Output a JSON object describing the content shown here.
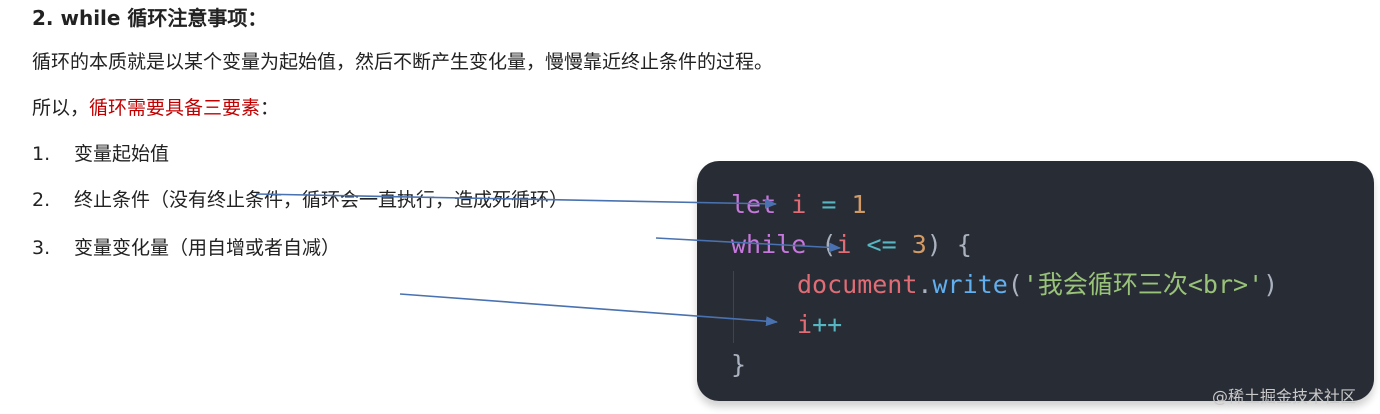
{
  "heading": "2. while 循环注意事项：",
  "paragraph1": "循环的本质就是以某个变量为起始值，然后不断产生变化量，慢慢靠近终止条件的过程。",
  "paragraph2": {
    "prefix": "所以，",
    "highlight": "循环需要具备三要素",
    "suffix": "："
  },
  "list": [
    {
      "num": "1.",
      "text": "变量起始值"
    },
    {
      "num": "2.",
      "text": "终止条件（没有终止条件，循环会一直执行，造成死循环）"
    },
    {
      "num": "3.",
      "text": "变量变化量（用自增或者自减）"
    }
  ],
  "code": {
    "line1": {
      "kw": "let",
      "var": "i",
      "op": "=",
      "num": "1"
    },
    "line2": {
      "kw": "while",
      "open": "(",
      "var": "i",
      "op": "<=",
      "num": "3",
      "close": ")",
      "brace": "{"
    },
    "line3": {
      "obj": "document",
      "dot": ".",
      "fn": "write",
      "open": "(",
      "str": "'我会循环三次<br>'",
      "close": ")"
    },
    "line4": {
      "var": "i",
      "op": "++"
    },
    "line5": {
      "brace": "}"
    }
  },
  "colors": {
    "highlight_red": "#c00000",
    "code_background": "#282c34",
    "arrow": "#4a72b0"
  },
  "watermark": "@稀土掘金技术社区"
}
